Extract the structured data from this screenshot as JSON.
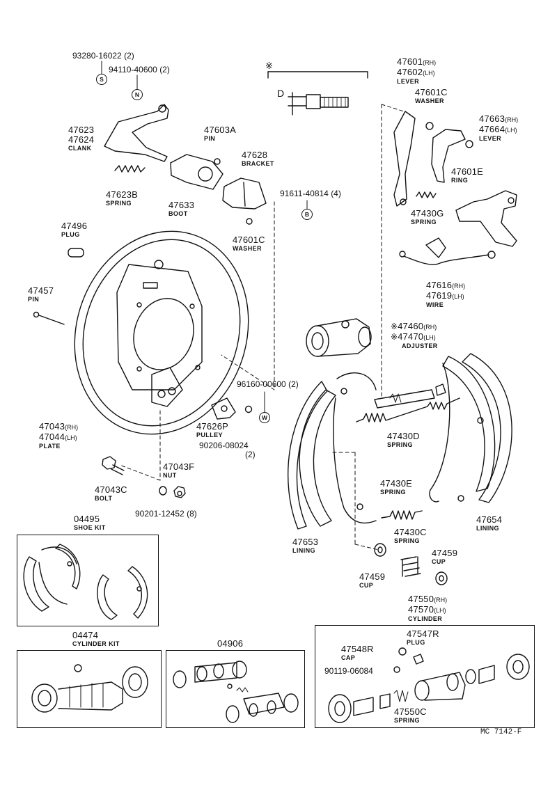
{
  "diagram": {
    "figure_code": "MC 7142-F",
    "marker_symbol": "※",
    "d_label": "D",
    "callouts": [
      {
        "id": "c1",
        "part": "93280-16022",
        "qty": "(2)",
        "symbol": "S"
      },
      {
        "id": "c2",
        "part": "94110-40600",
        "qty": "(2)",
        "symbol": "N"
      },
      {
        "id": "c3",
        "part": "91611-40814",
        "qty": "(4)",
        "symbol": "B"
      },
      {
        "id": "c4",
        "part": "96160-00600",
        "qty": "(2)",
        "symbol": "W"
      },
      {
        "id": "c5",
        "part": "90206-08024",
        "qty": "(2)",
        "symbol": ""
      },
      {
        "id": "c6",
        "part": "90201-12452",
        "qty": "(8)",
        "symbol": ""
      },
      {
        "id": "c7",
        "part": "90119-06084",
        "qty": "",
        "symbol": ""
      }
    ],
    "parts": [
      {
        "id": "p1",
        "numbers": [
          "47623",
          "47624"
        ],
        "suffixes": [
          "",
          ""
        ],
        "name": "CLANK"
      },
      {
        "id": "p2",
        "numbers": [
          "47603A"
        ],
        "suffixes": [
          ""
        ],
        "name": "PIN"
      },
      {
        "id": "p3",
        "numbers": [
          "47628"
        ],
        "suffixes": [
          ""
        ],
        "name": "BRACKET"
      },
      {
        "id": "p4",
        "numbers": [
          "47623B"
        ],
        "suffixes": [
          ""
        ],
        "name": "SPRING"
      },
      {
        "id": "p5",
        "numbers": [
          "47633"
        ],
        "suffixes": [
          ""
        ],
        "name": "BOOT"
      },
      {
        "id": "p6",
        "numbers": [
          "47601C"
        ],
        "suffixes": [
          ""
        ],
        "name": "WASHER"
      },
      {
        "id": "p7",
        "numbers": [
          "47496"
        ],
        "suffixes": [
          ""
        ],
        "name": "PLUG"
      },
      {
        "id": "p8",
        "numbers": [
          "47457"
        ],
        "suffixes": [
          ""
        ],
        "name": "PIN"
      },
      {
        "id": "p9",
        "numbers": [
          "47043",
          "47044"
        ],
        "suffixes": [
          "(RH)",
          "(LH)"
        ],
        "name": "PLATE"
      },
      {
        "id": "p10",
        "numbers": [
          "47626P"
        ],
        "suffixes": [
          ""
        ],
        "name": "PULLEY"
      },
      {
        "id": "p11",
        "numbers": [
          "47043F"
        ],
        "suffixes": [
          ""
        ],
        "name": "NUT"
      },
      {
        "id": "p12",
        "numbers": [
          "47043C"
        ],
        "suffixes": [
          ""
        ],
        "name": "BOLT"
      },
      {
        "id": "p13",
        "numbers": [
          "47601",
          "47602"
        ],
        "suffixes": [
          "(RH)",
          "(LH)"
        ],
        "name": "LEVER"
      },
      {
        "id": "p14",
        "numbers": [
          "47601C"
        ],
        "suffixes": [
          ""
        ],
        "name": "WASHER"
      },
      {
        "id": "p15",
        "numbers": [
          "47663",
          "47664"
        ],
        "suffixes": [
          "(RH)",
          "(LH)"
        ],
        "name": "LEVER"
      },
      {
        "id": "p16",
        "numbers": [
          "47601E"
        ],
        "suffixes": [
          ""
        ],
        "name": "RING"
      },
      {
        "id": "p17",
        "numbers": [
          "47430G"
        ],
        "suffixes": [
          ""
        ],
        "name": "SPRING"
      },
      {
        "id": "p18",
        "numbers": [
          "47616",
          "47619"
        ],
        "suffixes": [
          "(RH)",
          "(LH)"
        ],
        "name": "WIRE"
      },
      {
        "id": "p19",
        "numbers": [
          "47460",
          "47470"
        ],
        "suffixes": [
          "(RH)",
          "(LH)"
        ],
        "name": "ADJUSTER",
        "marked": true
      },
      {
        "id": "p20",
        "numbers": [
          "47430D"
        ],
        "suffixes": [
          ""
        ],
        "name": "SPRING"
      },
      {
        "id": "p21",
        "numbers": [
          "47430E"
        ],
        "suffixes": [
          ""
        ],
        "name": "SPRING"
      },
      {
        "id": "p22",
        "numbers": [
          "47654"
        ],
        "suffixes": [
          ""
        ],
        "name": "LINING"
      },
      {
        "id": "p23",
        "numbers": [
          "47653"
        ],
        "suffixes": [
          ""
        ],
        "name": "LINING"
      },
      {
        "id": "p24",
        "numbers": [
          "47430C"
        ],
        "suffixes": [
          ""
        ],
        "name": "SPRING"
      },
      {
        "id": "p25",
        "numbers": [
          "47459"
        ],
        "suffixes": [
          ""
        ],
        "name": "CUP"
      },
      {
        "id": "p26",
        "numbers": [
          "47459"
        ],
        "suffixes": [
          ""
        ],
        "name": "CUP"
      },
      {
        "id": "p27",
        "numbers": [
          "47550",
          "47570"
        ],
        "suffixes": [
          "(RH)",
          "(LH)"
        ],
        "name": "CYLINDER"
      },
      {
        "id": "p28",
        "numbers": [
          "47547R"
        ],
        "suffixes": [
          ""
        ],
        "name": "PLUG"
      },
      {
        "id": "p29",
        "numbers": [
          "47548R"
        ],
        "suffixes": [
          ""
        ],
        "name": "CAP"
      },
      {
        "id": "p30",
        "numbers": [
          "47550C"
        ],
        "suffixes": [
          ""
        ],
        "name": "SPRING"
      }
    ],
    "kits": [
      {
        "id": "k1",
        "number": "04495",
        "name": "SHOE KIT"
      },
      {
        "id": "k2",
        "number": "04474",
        "name": "CYLINDER KIT"
      },
      {
        "id": "k3",
        "number": "04906",
        "name": ""
      }
    ]
  }
}
